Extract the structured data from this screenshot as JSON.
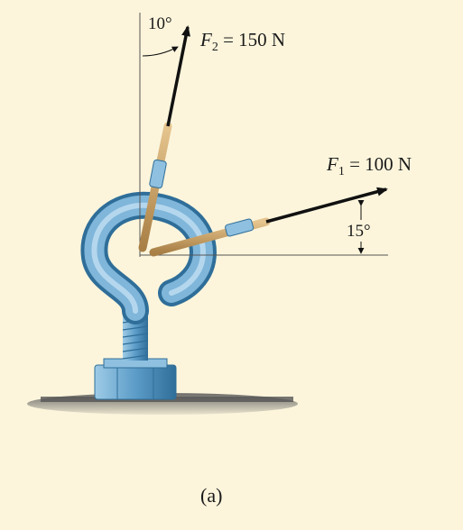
{
  "diagram": {
    "force_f2": {
      "symbol": "F",
      "subscript": "2",
      "value_text": " = 150 N",
      "angle_text": "10°"
    },
    "force_f1": {
      "symbol": "F",
      "subscript": "1",
      "value_text": " = 100 N",
      "angle_text": "15°"
    },
    "caption": "(a)",
    "colors": {
      "background": "#fcf5dc",
      "hook": "#6fa9cf",
      "hook_dark": "#3f7ea8",
      "rope": "#c9a26a",
      "arrow": "#111111",
      "base": "#4a4a4a"
    }
  }
}
